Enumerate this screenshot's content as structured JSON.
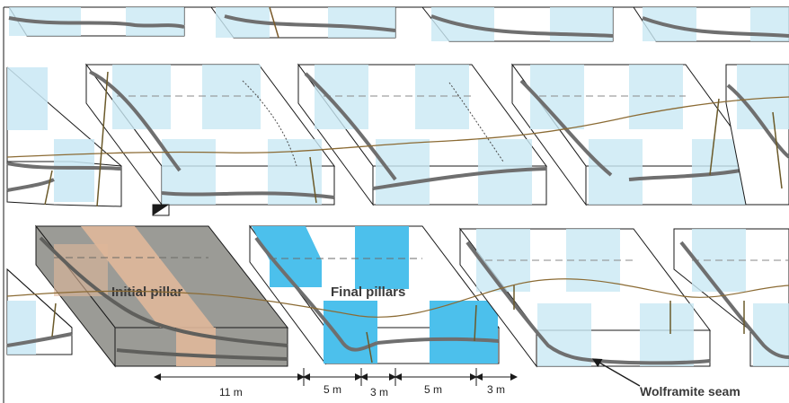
{
  "labels": {
    "initial_pillar": "Initial pillar",
    "final_pillars": "Final pillars",
    "wolframite_seam": "Wolframite seam"
  },
  "dimensions": [
    "11 m",
    "5 m",
    "3 m",
    "5 m",
    "3 m"
  ],
  "colors": {
    "pillar_light": "#c9e8f4",
    "pillar_final": "#4cc0ec",
    "initial_block": "#9b9b96",
    "initial_band": "#e0b89a",
    "seam": "#8e8e8e",
    "drift": "#7a5a2a",
    "outline": "#1a1a1a"
  },
  "icons": [
    "north-arrow-icon"
  ]
}
